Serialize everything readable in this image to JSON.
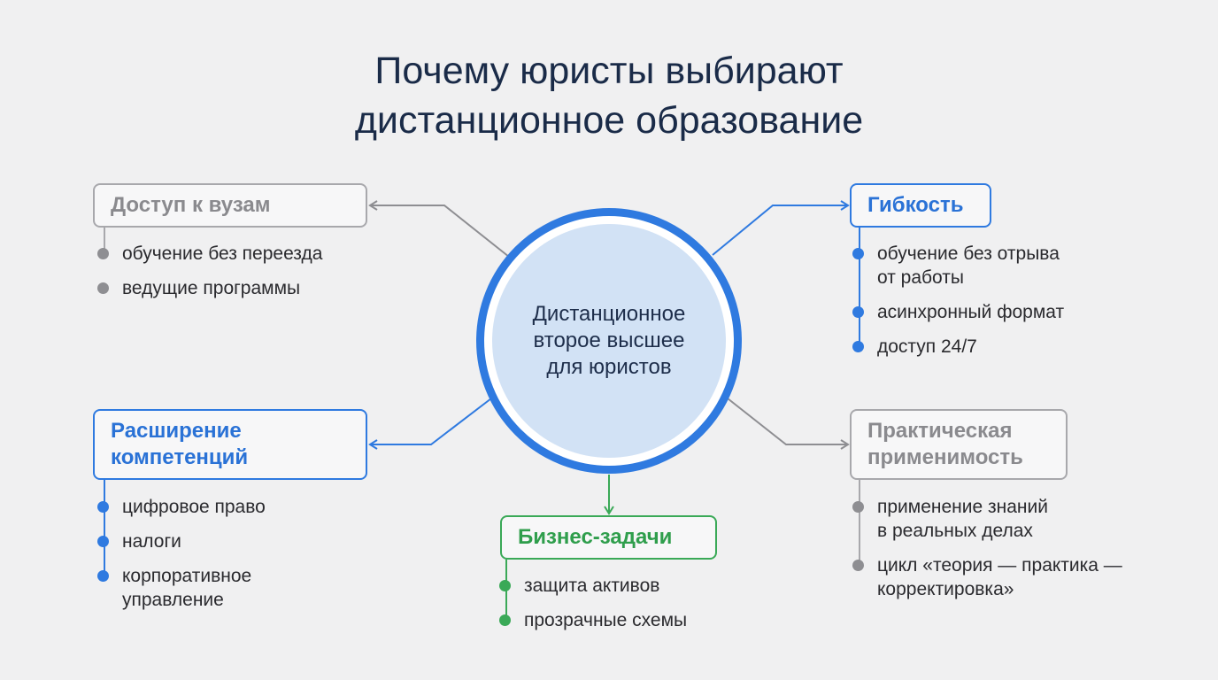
{
  "title": {
    "line1": "Почему юристы выбирают",
    "line2": "дистанционное образование"
  },
  "hub": {
    "lines": [
      "Дистанционное",
      "второе высшее",
      "для юристов"
    ]
  },
  "branches": {
    "access": {
      "label": [
        "Доступ к вузам"
      ],
      "items": [
        [
          "обучение без переезда"
        ],
        [
          "ведущие программы"
        ]
      ]
    },
    "flexibility": {
      "label": [
        "Гибкость"
      ],
      "items": [
        [
          "обучение без отрыва",
          "от работы"
        ],
        [
          "асинхронный формат"
        ],
        [
          "доступ 24/7"
        ]
      ]
    },
    "skills": {
      "label": [
        "Расширение",
        "компетенций"
      ],
      "items": [
        [
          "цифровое право"
        ],
        [
          "налоги"
        ],
        [
          "корпоративное",
          "управление"
        ]
      ]
    },
    "business": {
      "label": [
        "Бизнес-задачи"
      ],
      "items": [
        [
          "защита активов"
        ],
        [
          "прозрачные схемы"
        ]
      ]
    },
    "practice": {
      "label": [
        "Практическая",
        "применимость"
      ],
      "items": [
        [
          "применение знаний",
          "в реальных делах"
        ],
        [
          "цикл «теория — практика —",
          "корректировка»"
        ]
      ]
    }
  },
  "colors": {
    "background": "#f0f0f1",
    "title": "#1a2b48",
    "hub_ring": "#2f7ae0",
    "hub_fill": "#d2e2f5",
    "blue": "#2f7ae0",
    "gray": "#a8a8ac",
    "green": "#3aa957"
  }
}
